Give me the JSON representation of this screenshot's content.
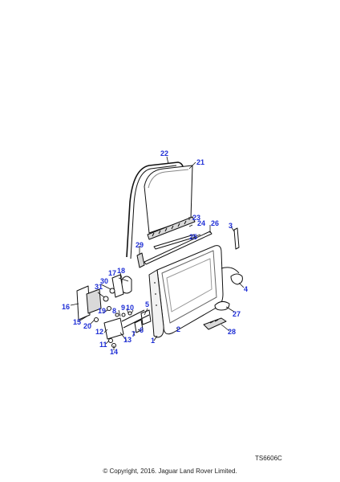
{
  "colors": {
    "callout": "#1f2fd6",
    "line": "#111111",
    "fill": "#ffffff",
    "shade": "#d9d9d9"
  },
  "callouts": [
    {
      "id": "c1",
      "label": "1"
    },
    {
      "id": "c2",
      "label": "2"
    },
    {
      "id": "c3",
      "label": "3"
    },
    {
      "id": "c4",
      "label": "4"
    },
    {
      "id": "c5",
      "label": "5"
    },
    {
      "id": "c6",
      "label": "6"
    },
    {
      "id": "c7",
      "label": "7"
    },
    {
      "id": "c8",
      "label": "8"
    },
    {
      "id": "c9",
      "label": "9"
    },
    {
      "id": "c10",
      "label": "10"
    },
    {
      "id": "c11",
      "label": "11"
    },
    {
      "id": "c12",
      "label": "12"
    },
    {
      "id": "c13",
      "label": "13"
    },
    {
      "id": "c14",
      "label": "14"
    },
    {
      "id": "c15",
      "label": "15"
    },
    {
      "id": "c16",
      "label": "16"
    },
    {
      "id": "c17",
      "label": "17"
    },
    {
      "id": "c18",
      "label": "18"
    },
    {
      "id": "c19",
      "label": "19"
    },
    {
      "id": "c20",
      "label": "20"
    },
    {
      "id": "c21",
      "label": "21"
    },
    {
      "id": "c22",
      "label": "22"
    },
    {
      "id": "c23",
      "label": "23"
    },
    {
      "id": "c24",
      "label": "24"
    },
    {
      "id": "c25",
      "label": "25"
    },
    {
      "id": "c26",
      "label": "26"
    },
    {
      "id": "c27",
      "label": "27"
    },
    {
      "id": "c28",
      "label": "28"
    },
    {
      "id": "c29",
      "label": "29"
    },
    {
      "id": "c30",
      "label": "30"
    },
    {
      "id": "c31",
      "label": "31"
    }
  ],
  "reference_code": "TS6606C",
  "copyright": "© Copyright, 2016. Jaguar Land Rover Limited."
}
